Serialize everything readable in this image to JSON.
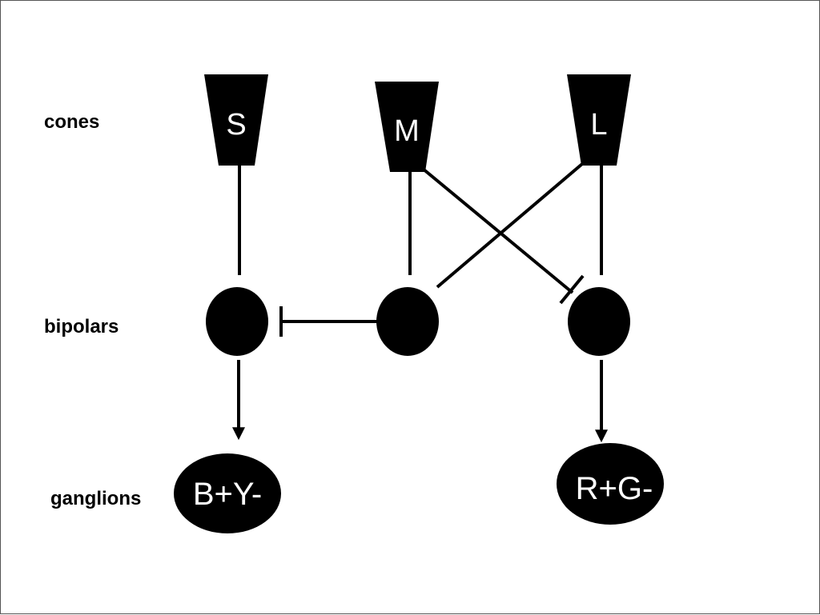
{
  "row_labels": {
    "cones": "cones",
    "bipolars": "bipolars",
    "ganglions": "ganglions"
  },
  "cones": {
    "s": "S",
    "m": "M",
    "l": "L"
  },
  "ganglions": {
    "by": "B+Y-",
    "rg": "R+G-"
  },
  "colors": {
    "foreground": "#000000",
    "background": "#ffffff",
    "text_on_shape": "#ffffff"
  }
}
